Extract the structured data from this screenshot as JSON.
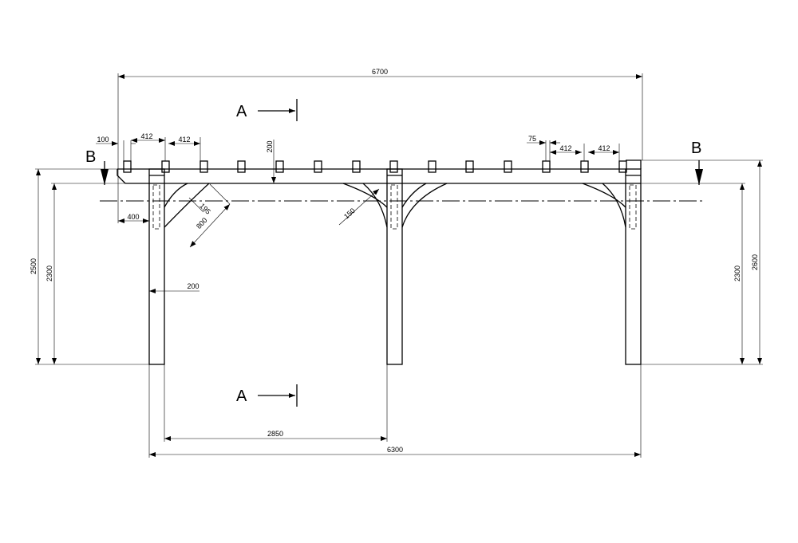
{
  "drawing": {
    "section_labels": {
      "a_top": "A",
      "a_bottom": "A",
      "b_left": "B",
      "b_right": "B"
    },
    "dimensions": {
      "overall_top": "6700",
      "overall_bottom": "6300",
      "post_spacing": "2850",
      "height_left_outer": "2500",
      "height_left_inner": "2300",
      "height_right_inner": "2300",
      "height_right_outer": "2600",
      "overhang_100": "100",
      "rafter_spacing_1": "412",
      "rafter_spacing_2": "412",
      "rafter_spacing_3": "412",
      "rafter_spacing_4": "412",
      "rafter_width": "75",
      "beam_depth": "200",
      "overhang_400": "400",
      "brace_width": "195",
      "brace_length": "800",
      "brace_offset": "150",
      "post_width": "200"
    }
  }
}
